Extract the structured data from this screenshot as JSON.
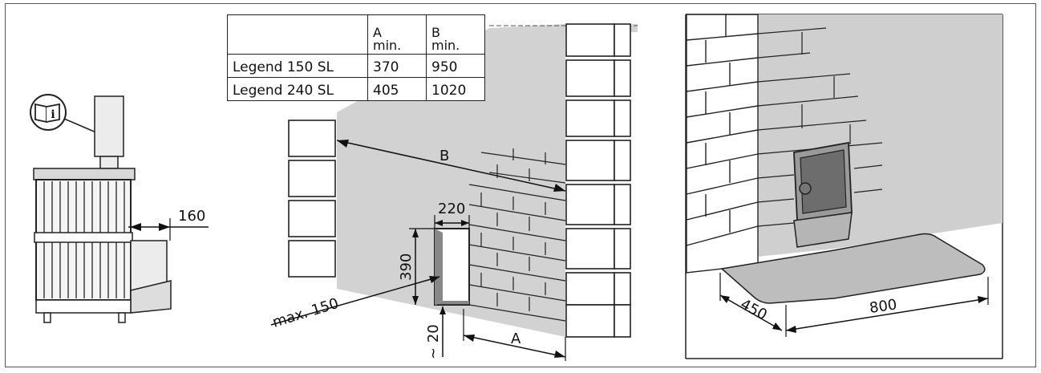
{
  "table": {
    "header": [
      {
        "name": "",
        "sub": ""
      },
      {
        "name": "A",
        "sub": "min."
      },
      {
        "name": "B",
        "sub": "min."
      }
    ],
    "rows": [
      [
        "Legend 150 SL",
        "370",
        "950"
      ],
      [
        "Legend 240 SL",
        "405",
        "1020"
      ]
    ]
  },
  "labels": {
    "dim_160": "160",
    "dim_B": "B",
    "dim_220": "220",
    "dim_390": "390",
    "dim_max150": "max. 150",
    "dim_20": "~ 20",
    "dim_A": "A",
    "dim_450": "450",
    "dim_800": "800",
    "info_icon": "i"
  },
  "colors": {
    "wall_gray": "#d2d2d2",
    "floor_gray": "#bdbdbd",
    "line": "#1a1a1a"
  }
}
